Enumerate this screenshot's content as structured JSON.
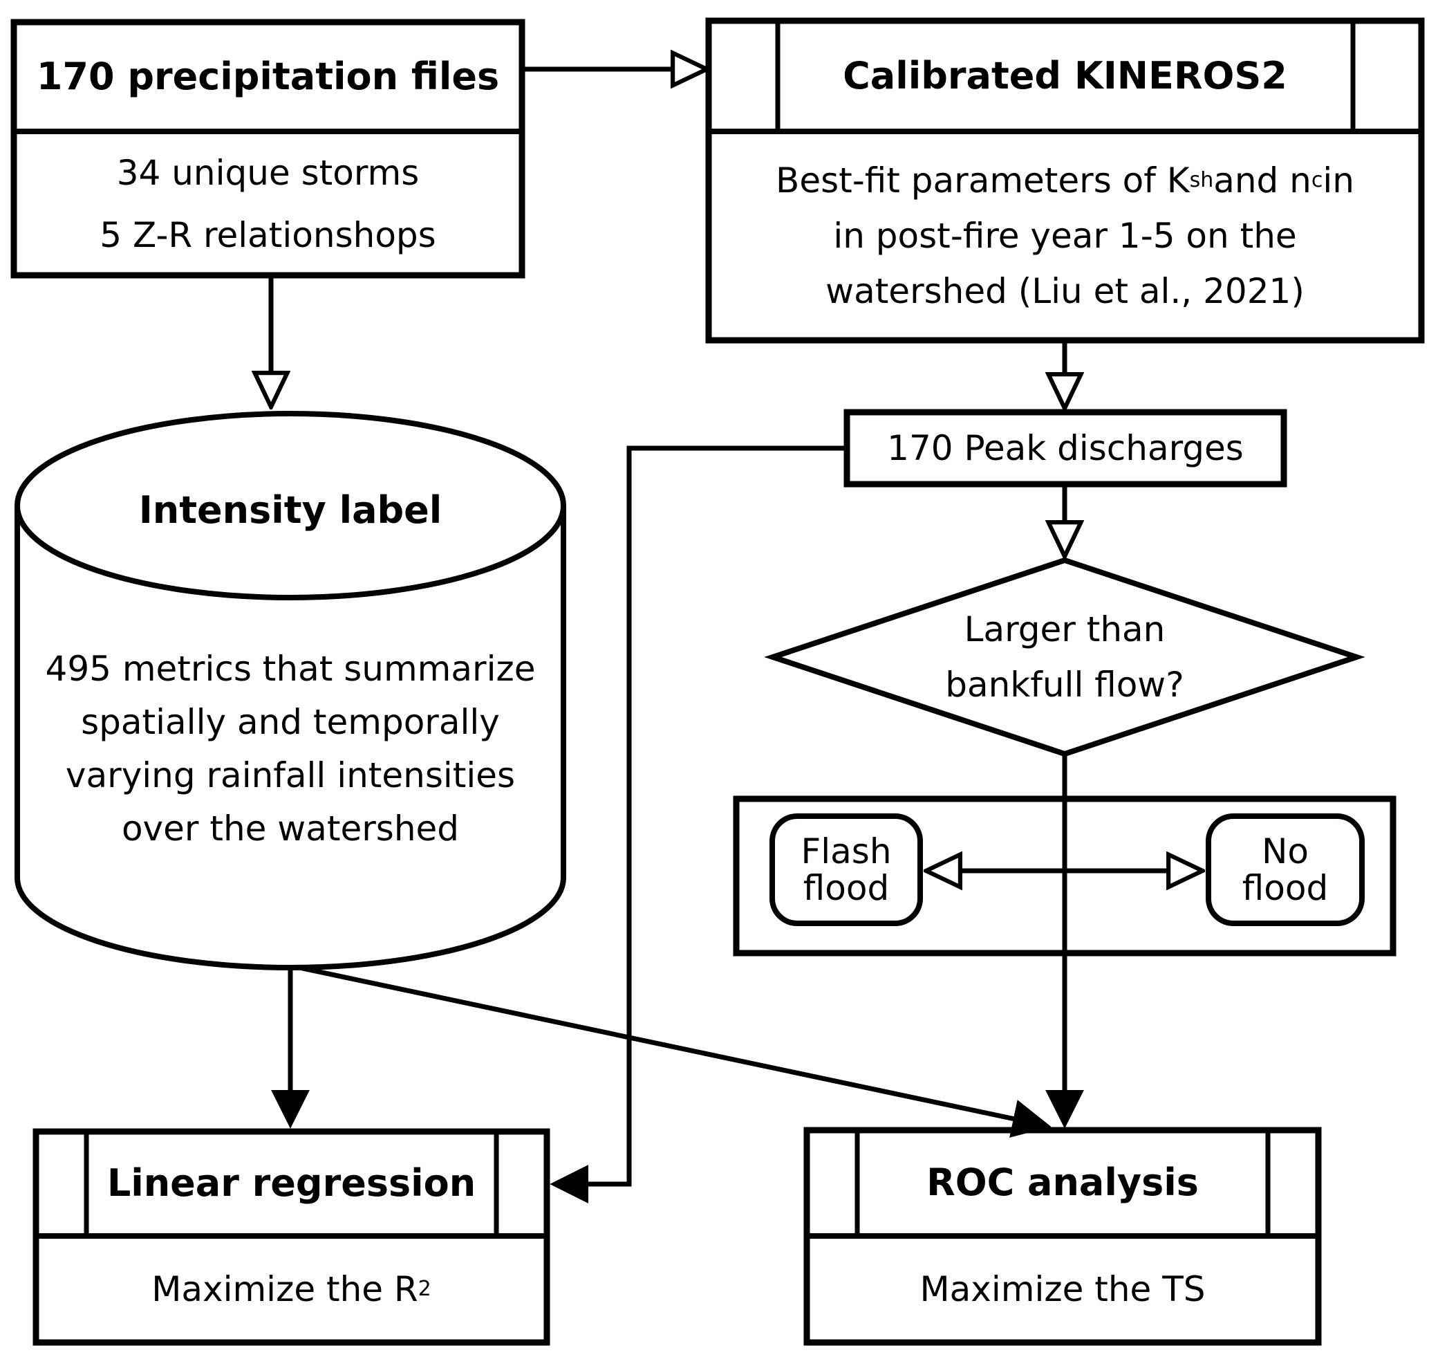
{
  "diagram": {
    "precipitation_box": {
      "title": "170 precipitation files",
      "line1": "34 unique storms",
      "line2": "5 Z-R relationshops"
    },
    "kineros_box": {
      "title": "Calibrated KINEROS2",
      "body_line1_part1": "Best-fit parameters of K",
      "body_line1_sub1": "sh",
      "body_line1_part2": " and n",
      "body_line1_sub2": "c",
      "body_line1_part3": " in",
      "body_line2": "in post-fire year 1-5 on the",
      "body_line3": "watershed (Liu et al., 2021)"
    },
    "intensity_cylinder": {
      "title": "Intensity label",
      "line1": "495 metrics that summarize",
      "line2": "spatially and temporally",
      "line3": "varying rainfall intensities",
      "line4": "over the watershed"
    },
    "peak_box": {
      "label": "170 Peak discharges"
    },
    "decision_diamond": {
      "line1": "Larger than",
      "line2": "bankfull flow?"
    },
    "flash_flood_node": {
      "line1": "Flash",
      "line2": "flood"
    },
    "no_flood_node": {
      "line1": "No",
      "line2": "flood"
    },
    "linear_regression_box": {
      "title": "Linear regression",
      "body_text": "Maximize the R",
      "body_sup": "2"
    },
    "roc_box": {
      "title": "ROC analysis",
      "body": "Maximize the TS"
    }
  },
  "colors": {
    "line": "#000000",
    "background": "#ffffff"
  }
}
